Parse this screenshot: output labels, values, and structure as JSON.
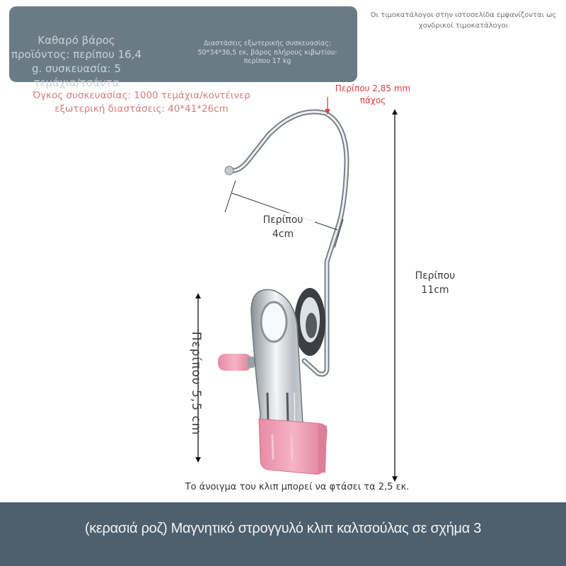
{
  "info_box": {
    "left_text": "Καθαρό βάρος προϊόντος: περίπου 16,4 g. συσκευασία: 5 τεμάχια/τσάντα",
    "right_text": "Διαστάσεις εξωτερικής συσκευασίας: 50*34*36,5 εκ, βάρος πλήρους κιβωτίου: περίπου 17 kg"
  },
  "notice": "Οι τιμοκατάλογοι στην ιστοσελίδα εμφανίζονται ως χονδρικοί τιμοκατάλογοι",
  "packaging": {
    "volume": "Όγκος συσκευασίας: 1000 τεμάχια/κοντέινερ",
    "outer_dimensions": "εξωτερική διαστάσεις: 40*41*26cm"
  },
  "measurements": {
    "thickness": "Περίπου 2,85 mm πάχος",
    "hook_width": "Περίπου 4cm",
    "total_height": "Περίπου 11cm",
    "clip_height": "Περίπου 5,5 cm",
    "clip_opening": "Το άνοιγμα του κλιπ μπορεί να φτάσει τα 2,5 εκ."
  },
  "product": {
    "title": "(κερασιά ροζ) Μαγνητικό στρογγυλό κλιπ καλτσούλας σε σχήμα 3",
    "accent_color": "#f0a2b8",
    "metal_color": "#c8ccd0"
  },
  "colors": {
    "info_box_bg": "#6b7b86",
    "footer_bg": "#4e5f6d",
    "annotation_red": "#d9413f",
    "packaging_text": "#d07f7f"
  }
}
